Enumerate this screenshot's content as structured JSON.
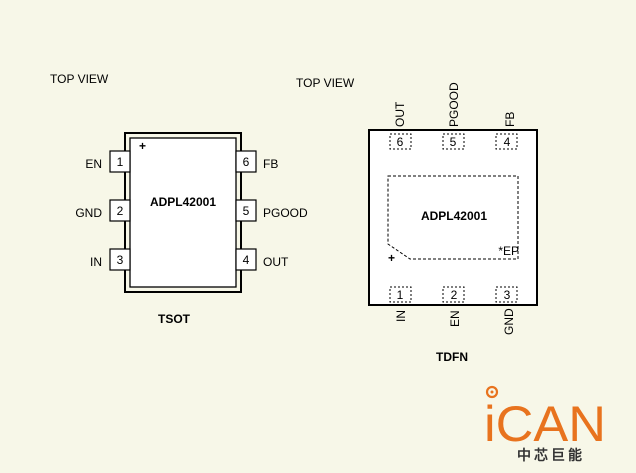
{
  "tsot": {
    "view_label": "TOP VIEW",
    "chip_name": "ADPL42001",
    "package_name": "TSOT",
    "pin1_mark": "+",
    "left_pins": [
      {
        "num": "1",
        "name": "EN"
      },
      {
        "num": "2",
        "name": "GND"
      },
      {
        "num": "3",
        "name": "IN"
      }
    ],
    "right_pins": [
      {
        "num": "6",
        "name": "FB"
      },
      {
        "num": "5",
        "name": "PGOOD"
      },
      {
        "num": "4",
        "name": "OUT"
      }
    ]
  },
  "tdfn": {
    "view_label": "TOP VIEW",
    "chip_name": "ADPL42001",
    "package_name": "TDFN",
    "ep_label": "*EP",
    "pin1_mark": "+",
    "top_pins": [
      {
        "num": "6",
        "name": "OUT"
      },
      {
        "num": "5",
        "name": "PGOOD"
      },
      {
        "num": "4",
        "name": "FB"
      }
    ],
    "bottom_pins": [
      {
        "num": "1",
        "name": "IN"
      },
      {
        "num": "2",
        "name": "EN"
      },
      {
        "num": "3",
        "name": "GND"
      }
    ]
  },
  "logo": {
    "brand": "iCAN",
    "subtitle": "中芯巨能",
    "color": "#e8731e"
  }
}
